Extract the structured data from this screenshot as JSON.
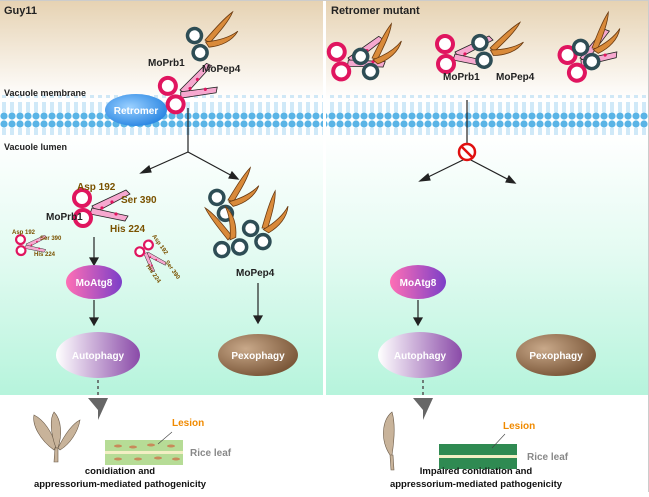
{
  "left_panel": {
    "title": "Guy11",
    "retromer": "Retromer",
    "moprb1_top": "MoPrb1",
    "mopep4_top": "MoPep4",
    "vacuole_membrane": "Vacuole membrane",
    "vacuole_lumen": "Vacuole lumen",
    "residues": {
      "asp": "Asp 192",
      "ser": "Ser 390",
      "his": "His 224"
    },
    "moprb1_lumen": "MoPrb1",
    "mopep4_lumen": "MoPep4",
    "moatg8": "MoAtg8",
    "autophagy": "Autophagy",
    "pexophagy": "Pexophagy",
    "lesion": "Lesion",
    "rice_leaf": "Rice leaf",
    "outcome_line1": "conidiation and",
    "outcome_line2": "appressorium-mediated pathogenicity"
  },
  "right_panel": {
    "title": "Retromer mutant",
    "moprb1": "MoPrb1",
    "mopep4": "MoPep4",
    "moatg8": "MoAtg8",
    "autophagy": "Autophagy",
    "pexophagy": "Pexophagy",
    "lesion": "Lesion",
    "rice_leaf": "Rice leaf",
    "outcome_line1": "Impaired conidiation and",
    "outcome_line2": "appressorium-mediated pathogenicity"
  },
  "colors": {
    "moprb1_scissors": "#e0155f",
    "mopep4_scissors": "#d98a3a",
    "retromer": "#2f8fe8",
    "membrane": "#5ab4e6",
    "lumen": "#c2f7e4",
    "lesion_label": "#f08a00"
  }
}
